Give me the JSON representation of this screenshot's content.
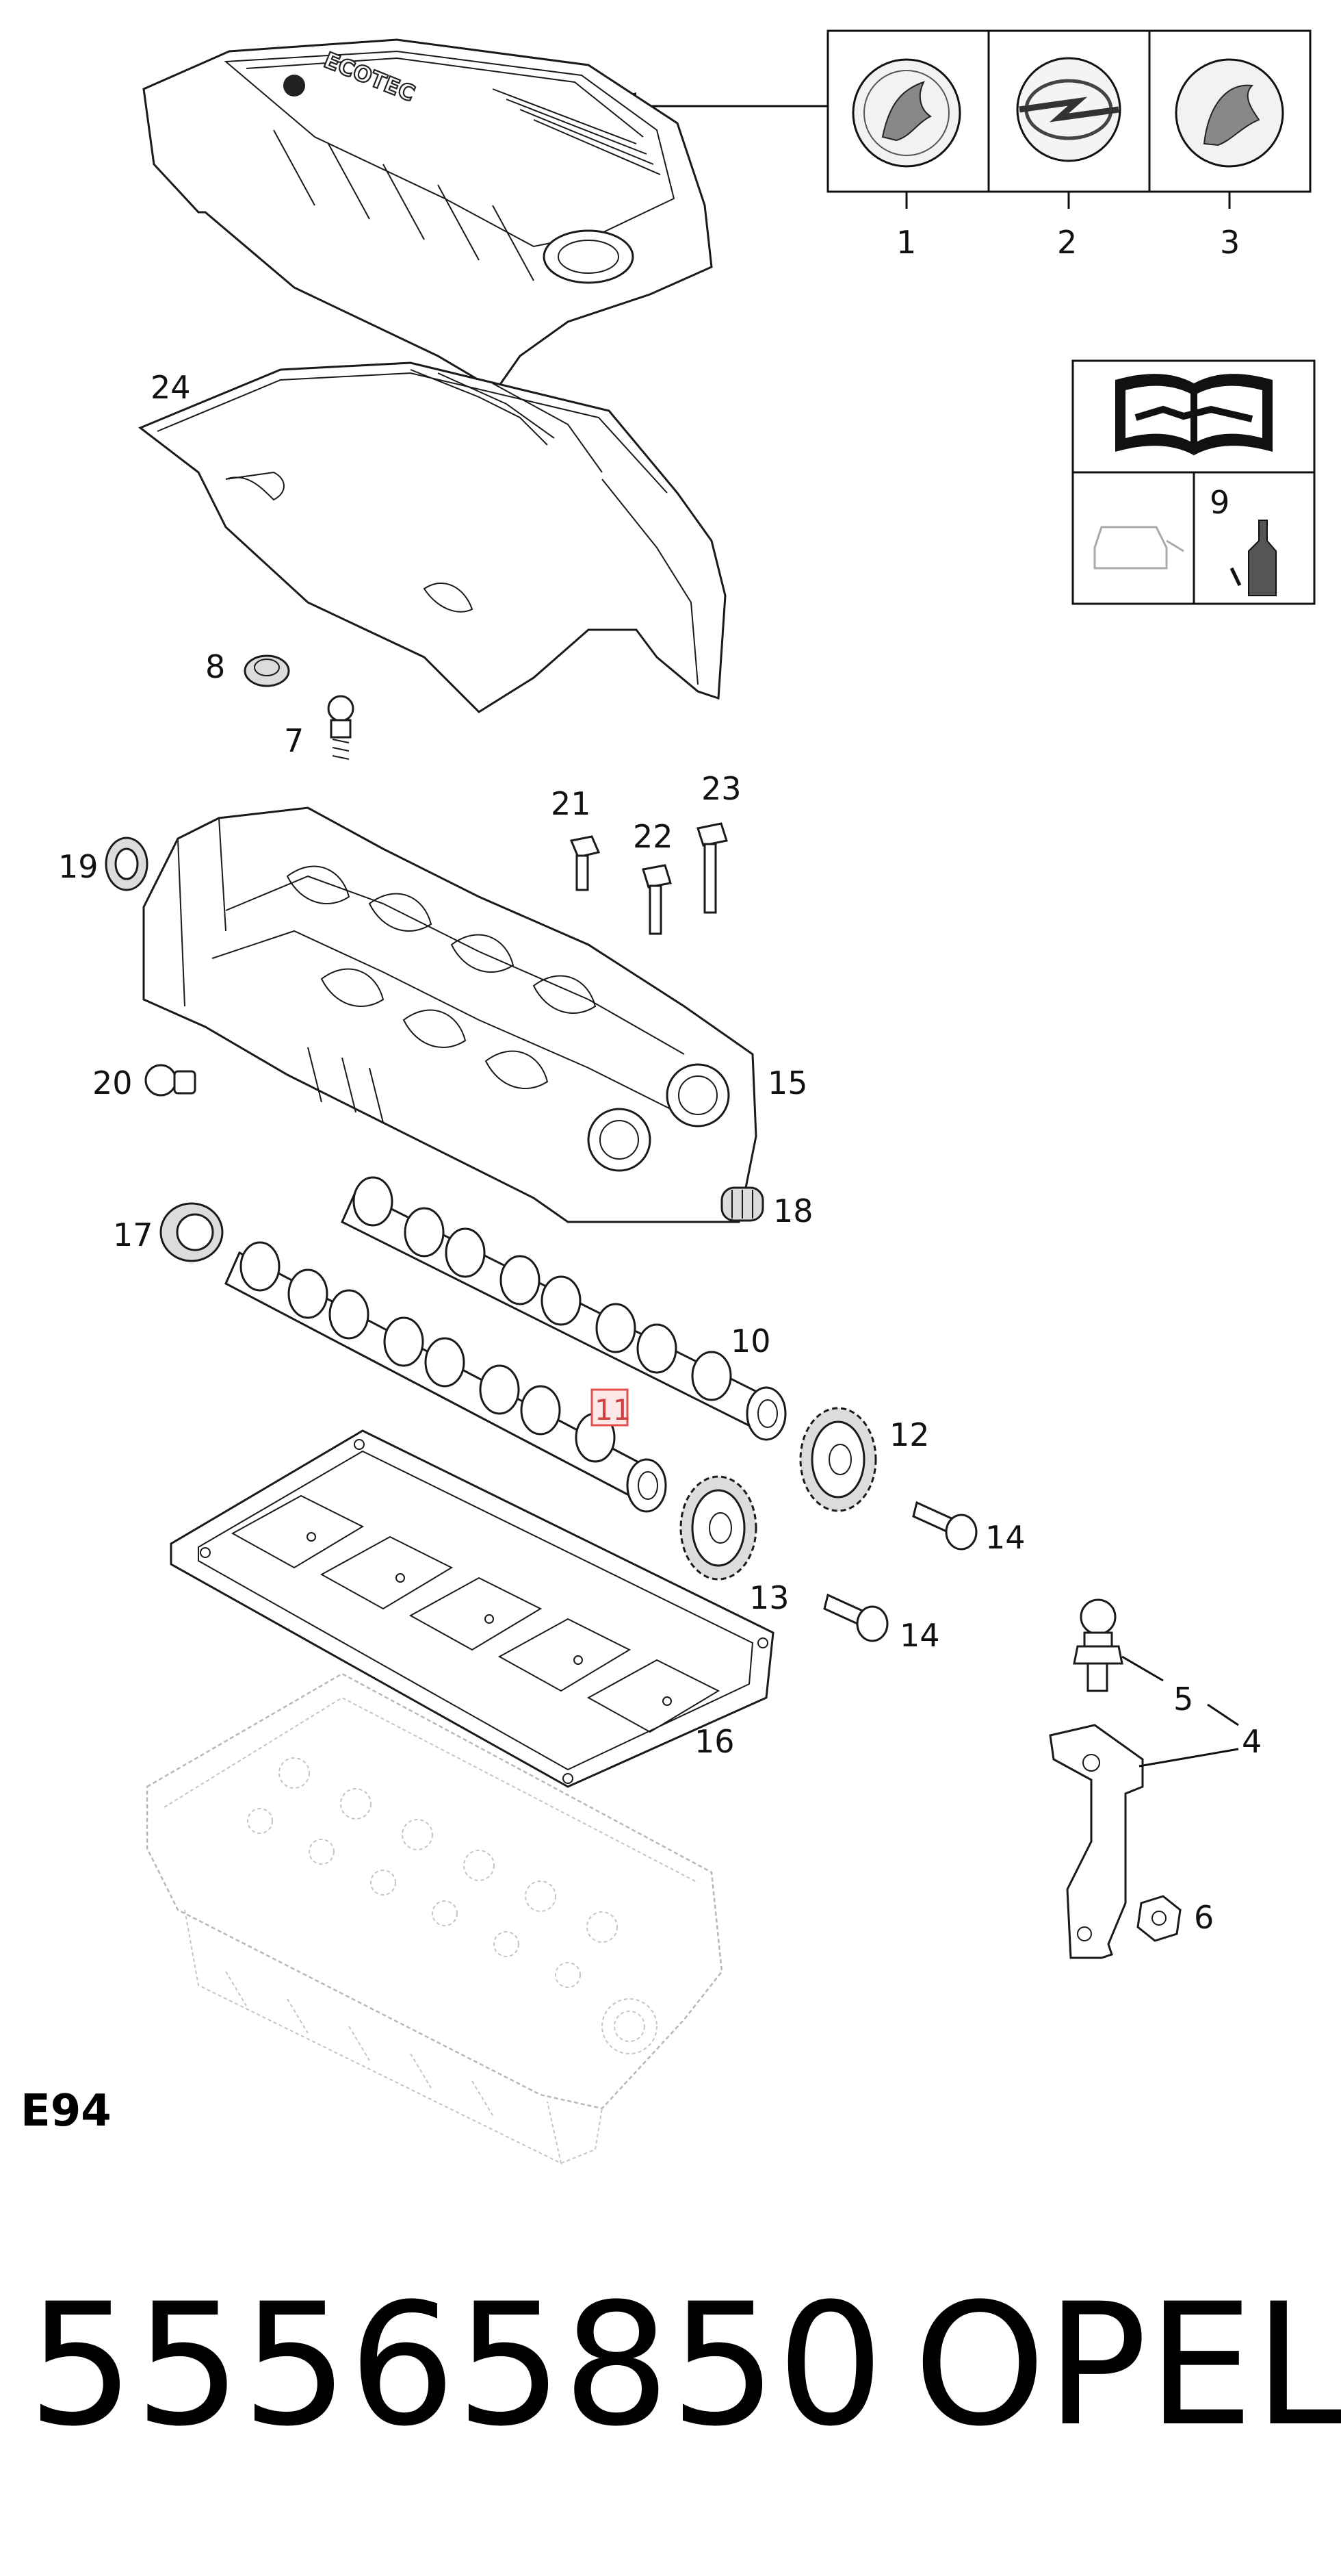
{
  "diagram": {
    "cover_text": "ECOTEC",
    "callouts": {
      "c1": "1",
      "c2": "2",
      "c3": "3",
      "c4": "4",
      "c5": "5",
      "c6": "6",
      "c7": "7",
      "c8": "8",
      "c9": "9",
      "c10": "10",
      "c11": "11",
      "c12": "12",
      "c13": "13",
      "c14a": "14",
      "c14b": "14",
      "c15": "15",
      "c16": "16",
      "c17": "17",
      "c18": "18",
      "c19": "19",
      "c20": "20",
      "c21": "21",
      "c22": "22",
      "c23": "23",
      "c24": "24"
    },
    "highlight_color": "#e05050",
    "section_code": "E94",
    "part_number": "55565850",
    "brand": "OPEL"
  }
}
